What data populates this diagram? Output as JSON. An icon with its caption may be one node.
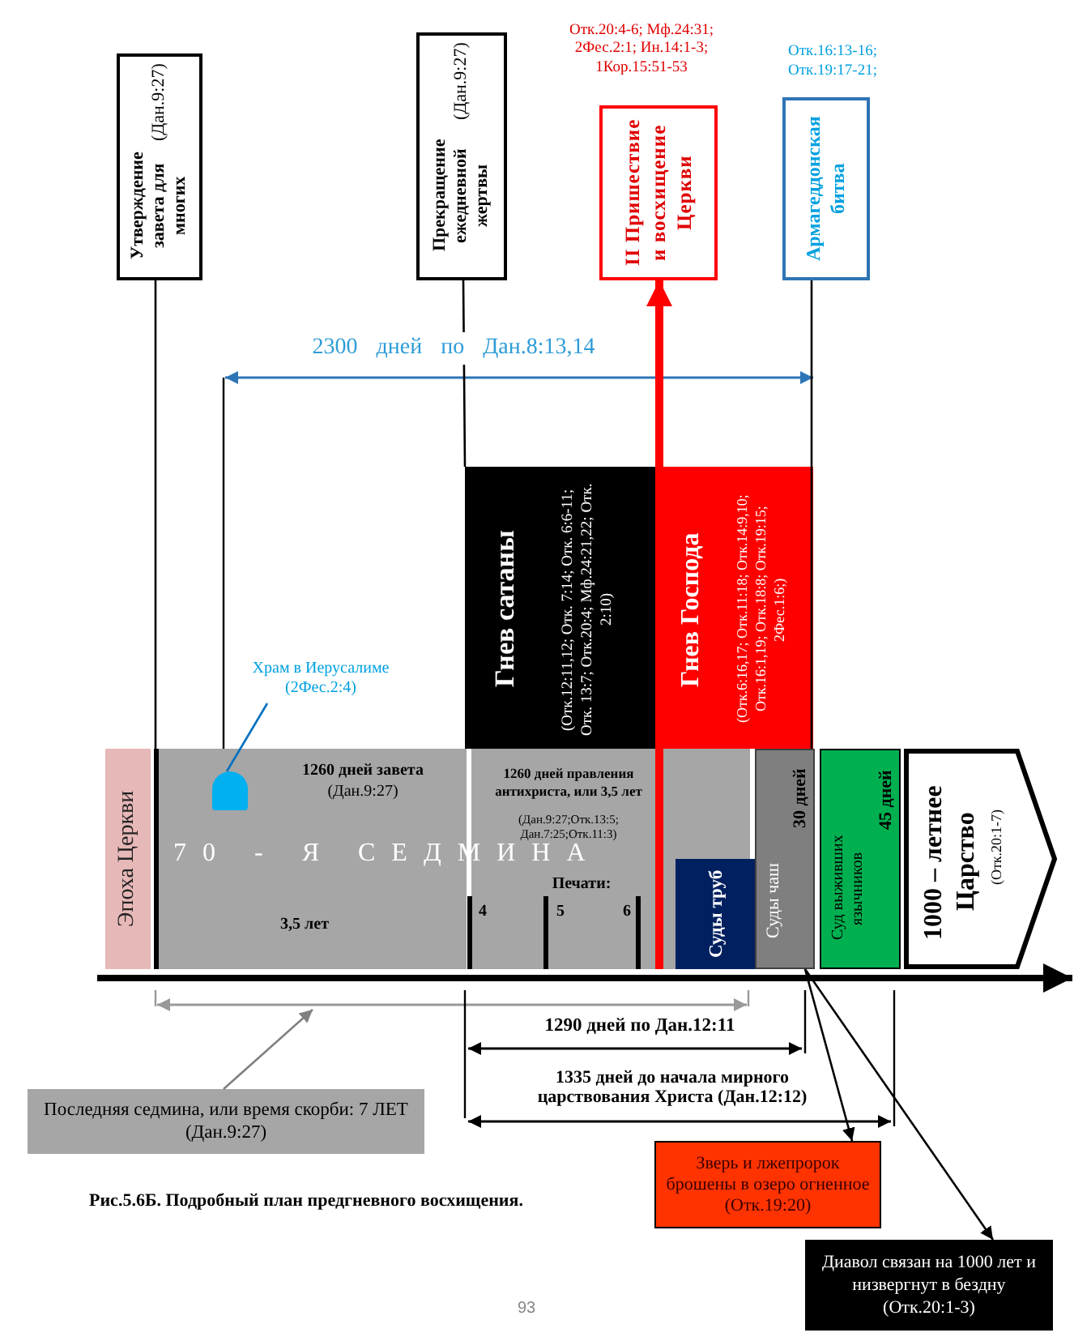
{
  "diagram": {
    "caption": "Рис.5.6Б. Подробный план предгневного восхищения.",
    "nodes": [
      {
        "text": [
          "**Утверждение завета для многих** (Дан.9:27)"
        ]
      },
      {
        "text": [
          "**Прекращение ежедневной жертвы** (Дан.9:27)"
        ]
      },
      {
        "text": [
          "II Пришествие и восхищение Церкви"
        ],
        "beside": [
          "Отк.20:4-6; Мф.24:31; 2Фес.2:1; Ин.14:1-3; 1Кор.15:51-53"
        ]
      },
      {
        "text": [
          "Армагеддонская битва"
        ],
        "beside": [
          "Отк.16:13-16; Отк.19:17-21;"
        ]
      },
      {
        "text": [
          "Гнев сатаны",
          "(Отк.12:11,12; Отк. 7:14; Отк. 6:6-11; Отк. 13:7; Отк.20:4; Мф.24:21,22; Отк. 2:10)"
        ]
      },
      {
        "text": [
          "Гнев Господа",
          "(Отк.6:16,17; Отк.11:18; Отк.14:9,10; Отк.16:1,19; Отк.18:8; Отк.19:15; 2Фес.1:6;)"
        ]
      },
      {
        "text": [
          "Эпоха Церкви"
        ]
      },
      {
        "text": [
          "70 - Я СЕДМИНА"
        ]
      },
      {
        "text": [
          "1260 дней завета",
          "(Дан.9:27)",
          "3,5 лет"
        ],
        "in": 7
      },
      {
        "text": [
          "1260 дней правления антихриста, или 3,5 лет",
          "(Дан.9:27;Отк.13:5; Дан.7:25;Отк.11:3)",
          "Печати:"
        ],
        "in": 7
      },
      {
        "text": [
          "Суды труб"
        ],
        "in": 9
      },
      {
        "text": [
          "Суды чаш",
          "30 дней"
        ]
      },
      {
        "text": [
          "Суд выживших язычников",
          "45 дней"
        ]
      },
      {
        "text": [
          "1000 – летнее Царство",
          "(Отк.20:1-7)"
        ]
      },
      {
        "text": [
          "Храм в Иерусалиме (2Фес.2:4)"
        ]
      },
      {
        "text": [],
        "shape": "dome",
        "in": 8
      },
      {
        "text": [
          "Последняя седмина, или время скорби: 7 ЛЕТ (Дан.9:27)"
        ]
      },
      {
        "text": [
          "Зверь и лжепророк брошены в озеро огненное (Отк.19:20)"
        ]
      },
      {
        "text": [
          "Диавол связан на 1000 лет и низвергнут в бездну (Отк.20:1-3)"
        ]
      }
    ],
    "edges": [
      {
        "from": 0,
        "to": 7,
        "arrow": "none"
      },
      {
        "from": 1,
        "to": 4,
        "arrow": "none"
      },
      {
        "from": 9,
        "to": 2,
        "arrow": "to",
        "style": "thick",
        "color": "#ff0000"
      },
      {
        "from": 3,
        "to": 11,
        "arrow": "none"
      },
      {
        "from": 14,
        "to": 15,
        "arrow": "none",
        "color": "#0070c0"
      },
      {
        "from": 16,
        "to": 7,
        "arrow": "to",
        "color": "#808080"
      },
      {
        "from": 11,
        "to": 17,
        "arrow": "to"
      },
      {
        "from": 11,
        "to": 18,
        "arrow": "to"
      }
    ],
    "labels": [
      "2300 дней по Дан.8:13,14",
      "4",
      "5",
      "6",
      "1290 дней по Дан.12:11",
      "1335 дней до начала мирного царствования Христа (Дан.12:12)",
      "93"
    ]
  }
}
